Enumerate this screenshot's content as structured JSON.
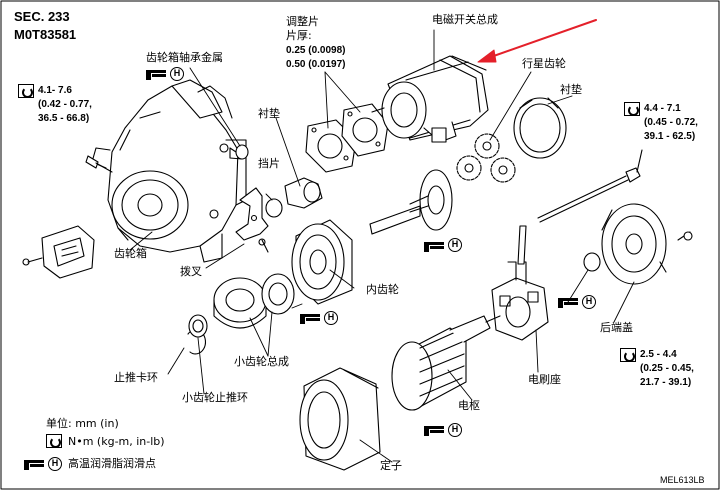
{
  "header": {
    "section": "SEC. 233",
    "code": "M0T83581"
  },
  "labels": {
    "adjust_shim": "调整片",
    "thickness": "片厚:",
    "thk1": "0.25 (0.0098)",
    "thk2": "0.50 (0.0197)",
    "solenoid": "电磁开关总成",
    "planetary_gear": "行星齿轮",
    "shim_right": "衬垫",
    "gear_case_bushing": "齿轮箱轴承金属",
    "shim_mid": "衬垫",
    "stopper": "挡片",
    "gear_case": "齿轮箱",
    "shift_fork": "拨叉",
    "internal_gear": "内齿轮",
    "pinion_assembly": "小齿轮总成",
    "snap_ring": "止推卡环",
    "pinion_stopper": "小齿轮止推环",
    "brush_holder": "电刷座",
    "armature": "电枢",
    "rear_cover": "后端盖",
    "yoke": "定子"
  },
  "torques": {
    "left": [
      "4.1- 7.6",
      "(0.42 - 0.77,",
      "36.5 - 66.8)"
    ],
    "right_top": [
      "4.4 - 7.1",
      "(0.45 - 0.72,",
      "39.1 - 62.5)"
    ],
    "right_bottom": [
      "2.5 - 4.4",
      "(0.25 - 0.45,",
      "21.7 - 39.1)"
    ]
  },
  "legend": {
    "unit": "单位:  mm (in)",
    "torque_unit": "N•m (kg-m, in-lb)",
    "grease": "高温润滑脂润滑点"
  },
  "figure_code": "MEL613LB",
  "icons": [
    "torque-wrench-icon",
    "grease-point-icon",
    "high-temp-h-icon"
  ],
  "colors": {
    "arrow": "#e4202a",
    "line": "#000000"
  }
}
